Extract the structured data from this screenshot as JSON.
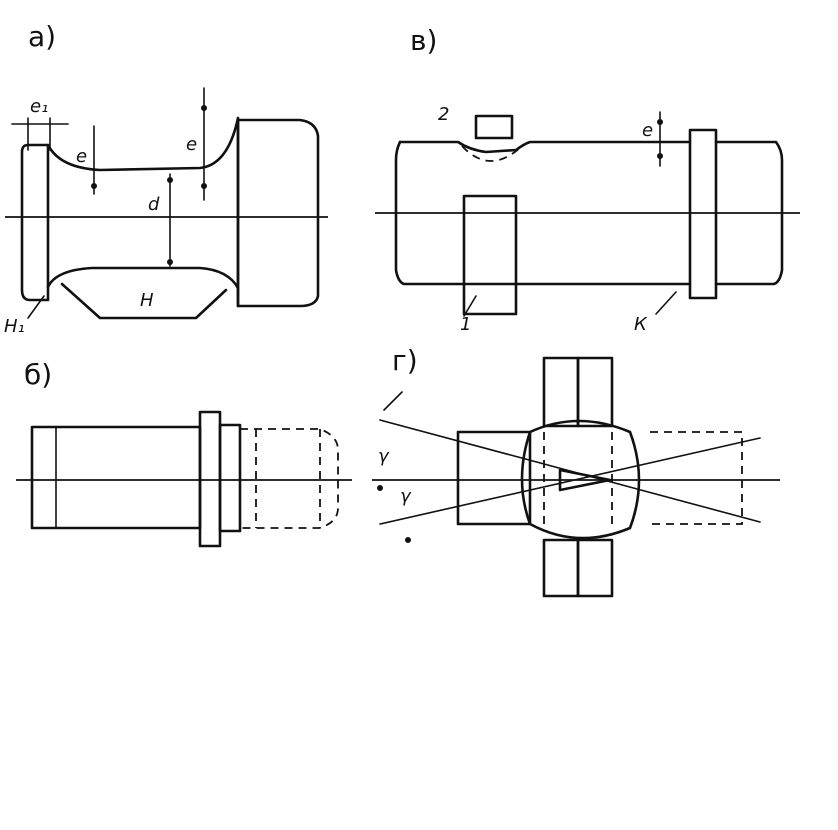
{
  "panels": [
    {
      "id": "a",
      "label": "а)"
    },
    {
      "id": "v",
      "label": "в)"
    },
    {
      "id": "b",
      "label": "б)"
    },
    {
      "id": "g",
      "label": "г)"
    }
  ],
  "annotations": {
    "a": {
      "e1": "е₁",
      "e_neck": "е",
      "e_right": "е",
      "d": "d",
      "H": "Н",
      "H1": "Н₁"
    },
    "v": {
      "n2": "2",
      "e": "е",
      "n1": "1",
      "K": "К"
    },
    "g": {
      "gamma_top": "γ",
      "gamma_bottom": "γ"
    }
  }
}
